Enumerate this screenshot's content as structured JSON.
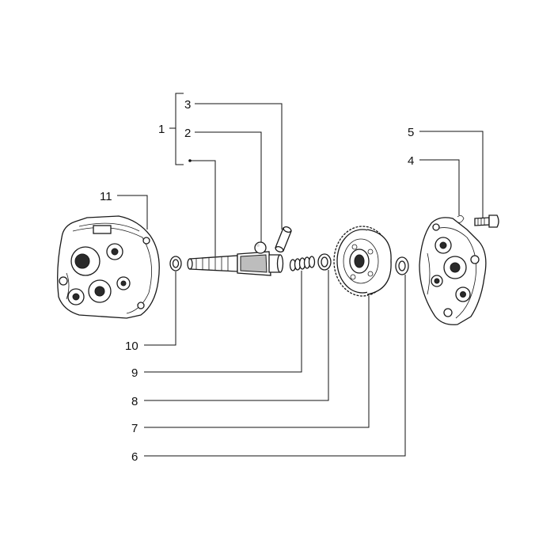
{
  "diagram": {
    "callouts": [
      {
        "key": "c1",
        "text": "1"
      },
      {
        "key": "c2",
        "text": "2"
      },
      {
        "key": "c3",
        "text": "3"
      },
      {
        "key": "c4",
        "text": "4"
      },
      {
        "key": "c5",
        "text": "5"
      },
      {
        "key": "c6",
        "text": "6"
      },
      {
        "key": "c7",
        "text": "7"
      },
      {
        "key": "c8",
        "text": "8"
      },
      {
        "key": "c9",
        "text": "9"
      },
      {
        "key": "c10",
        "text": "10"
      },
      {
        "key": "c11",
        "text": "11"
      }
    ],
    "parts": [
      {
        "name": "left-housing",
        "callout": "11"
      },
      {
        "name": "washer-left",
        "callout": "10"
      },
      {
        "name": "shaft",
        "callout": "1"
      },
      {
        "name": "ball",
        "callout": "2"
      },
      {
        "name": "pin",
        "callout": "3"
      },
      {
        "name": "spring",
        "callout": "9"
      },
      {
        "name": "washer-middle",
        "callout": "8"
      },
      {
        "name": "gear",
        "callout": "7"
      },
      {
        "name": "washer-right",
        "callout": "6"
      },
      {
        "name": "clip",
        "callout": "4"
      },
      {
        "name": "bolt",
        "callout": "5"
      },
      {
        "name": "right-cover",
        "callout": ""
      }
    ]
  }
}
